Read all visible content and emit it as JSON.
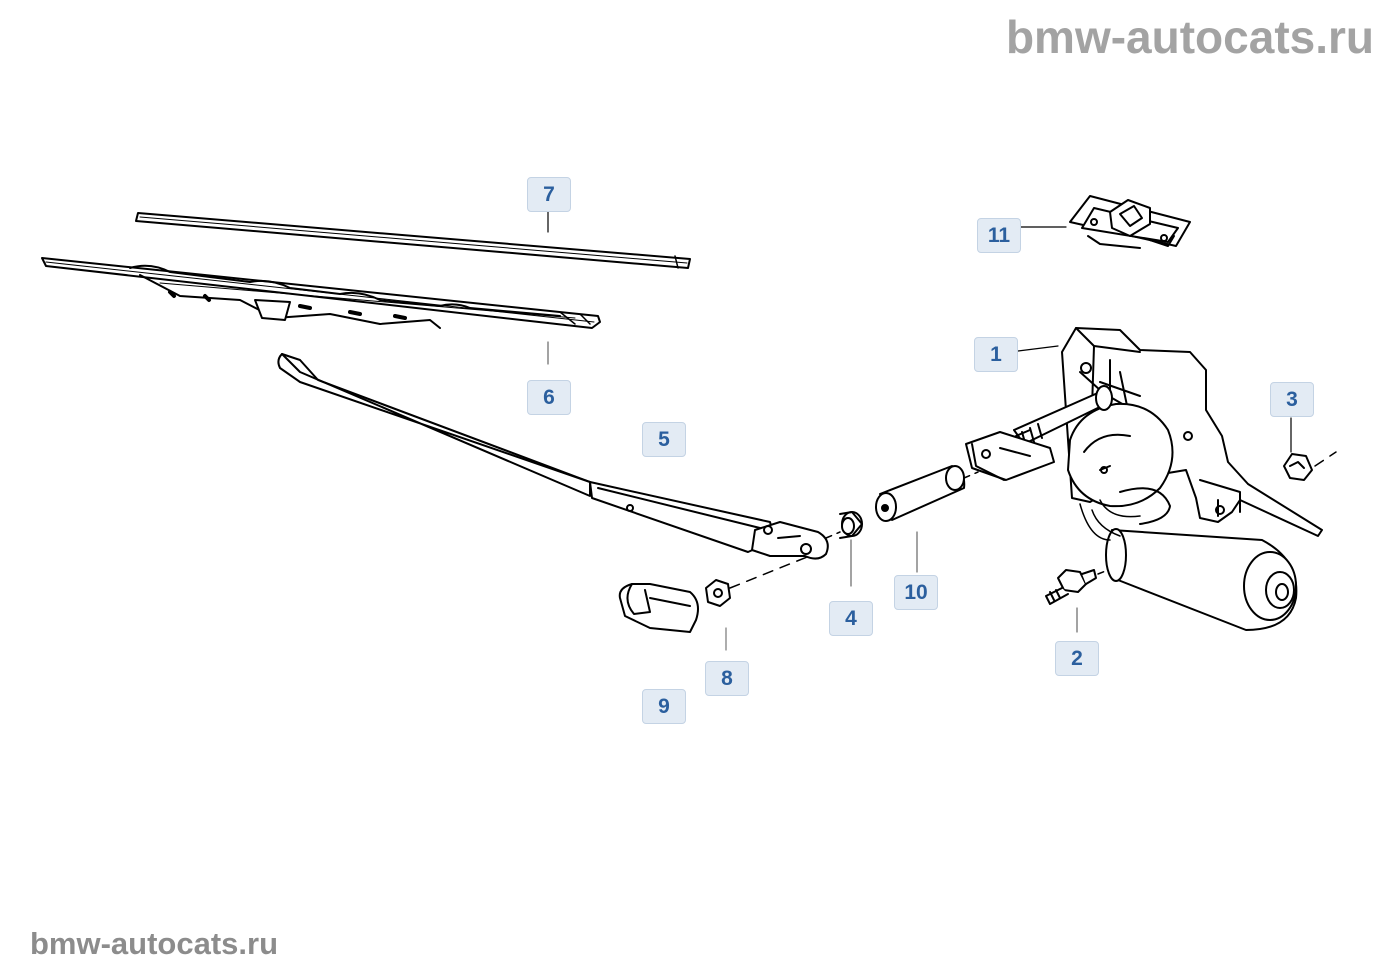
{
  "watermark_top": "bmw-autocats.ru",
  "watermark_bottom": "bmw-autocats.ru",
  "callouts": {
    "c1": "1",
    "c2": "2",
    "c3": "3",
    "c4": "4",
    "c5": "5",
    "c6": "6",
    "c7": "7",
    "c8": "8",
    "c9": "9",
    "c10": "10",
    "c11": "11"
  },
  "colors": {
    "callout_bg": "#e3ebf4",
    "callout_text": "#2b5f9e",
    "watermark": "#a3a3a3",
    "line_art": "#000000"
  }
}
